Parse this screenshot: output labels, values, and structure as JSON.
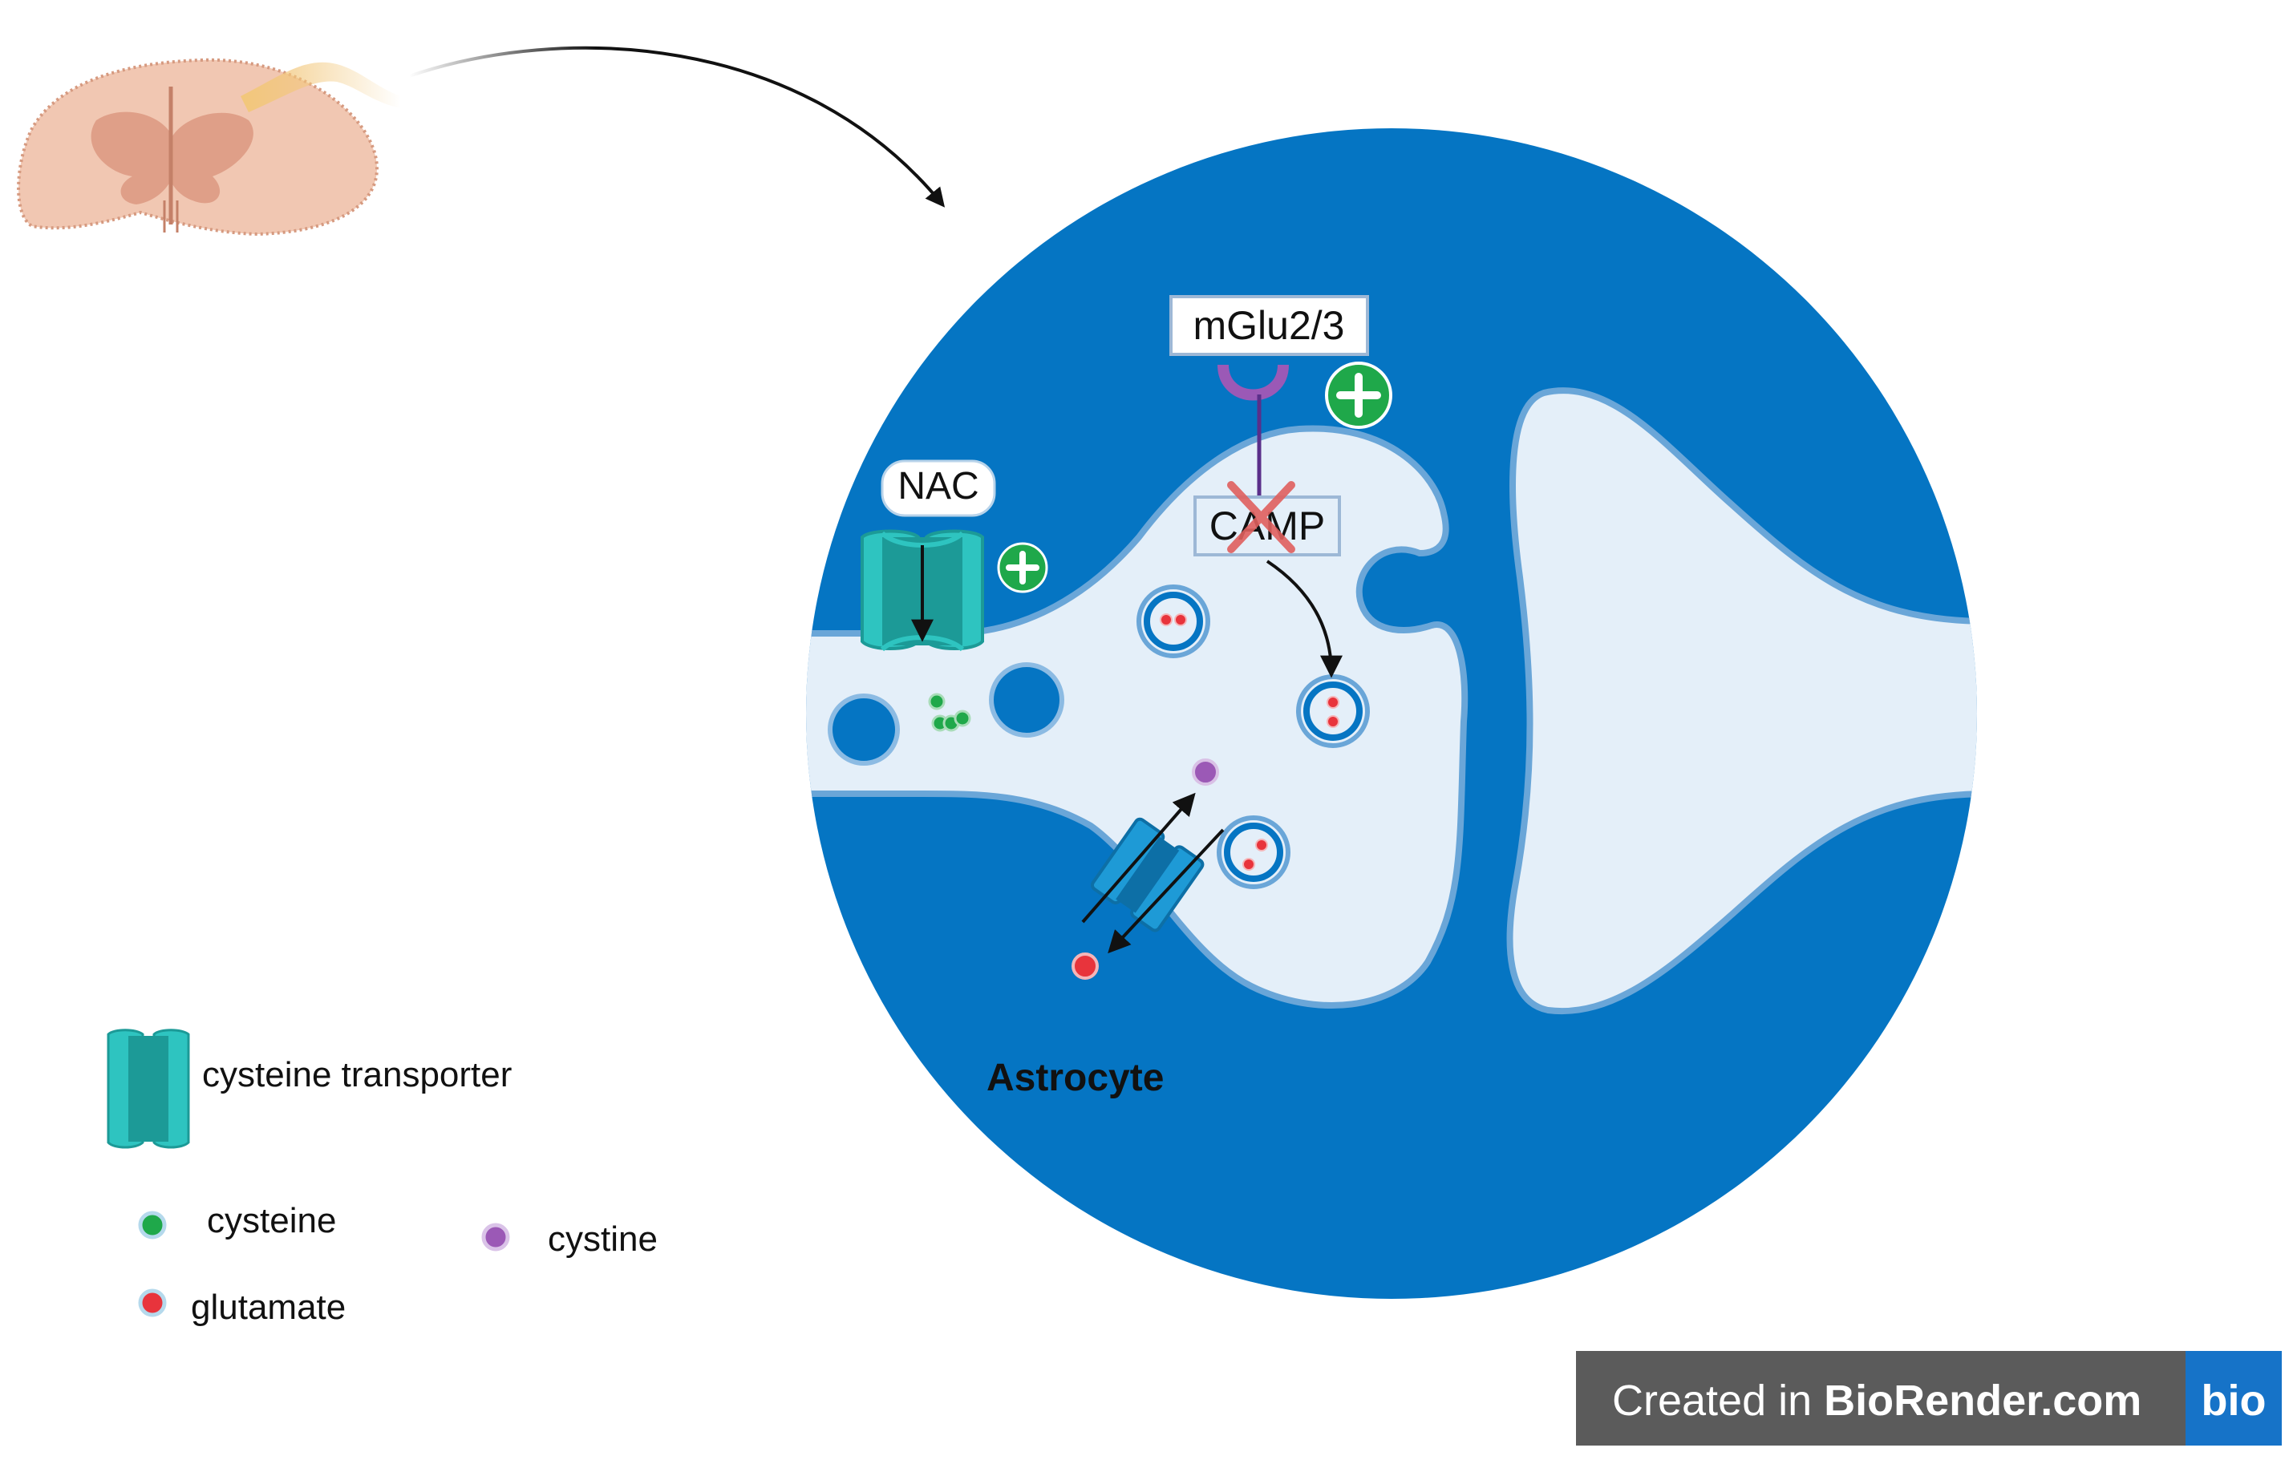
{
  "labels": {
    "receptor": "mGlu2/3",
    "camp": "CAMP",
    "nac": "NAC",
    "astrocyte": "Astrocyte"
  },
  "legend": {
    "transporter": "cysteine transporter",
    "cysteine": "cysteine",
    "cystine": "cystine",
    "glutamate": "glutamate"
  },
  "watermark": {
    "prefix": "Created in ",
    "brand": "BioRender.com",
    "logo": "bio"
  },
  "colors": {
    "circle_blue": "#0575c3",
    "neuron_fill": "#e4eff9",
    "neuron_outline": "#6aa6d8",
    "transporter_teal": "#2ec4c0",
    "cysteine_green": "#1fa84a",
    "glutamate_red": "#e8343c",
    "cystine_purple": "#9b59b6",
    "plus_green": "#1fa84a",
    "inhibit_red": "#e0605e",
    "spinal_cord": "#e8b59c",
    "axon_yellow": "#f2c77a"
  }
}
